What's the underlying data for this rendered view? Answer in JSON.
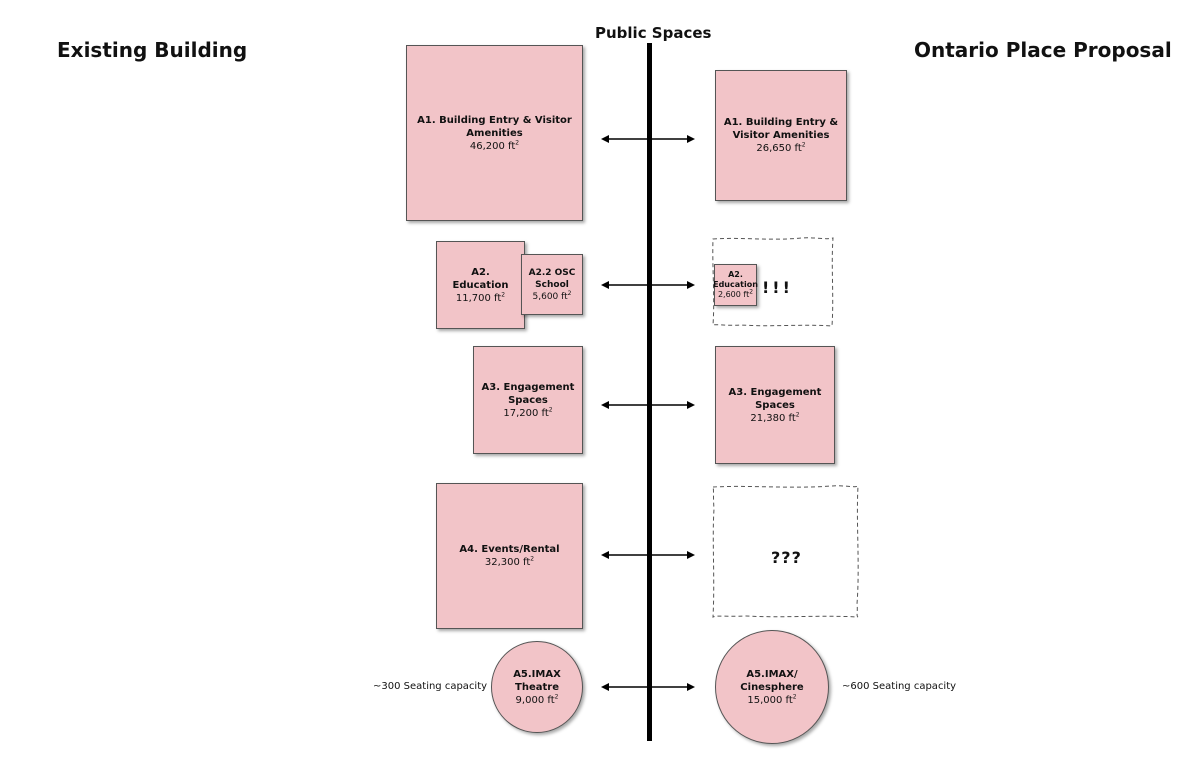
{
  "headings": {
    "left": "Existing Building",
    "center": "Public Spaces",
    "right": "Ontario Place Proposal"
  },
  "existing": {
    "a1": {
      "label": "A1. Building Entry & Visitor Amenities",
      "area": "46,200 ft"
    },
    "a2": {
      "label": "A2. Education",
      "area": "11,700 ft"
    },
    "a22": {
      "label": "A2.2 OSC School",
      "area": "5,600 ft"
    },
    "a3": {
      "label": "A3. Engagement Spaces",
      "area": "17,200 ft"
    },
    "a4": {
      "label": "A4. Events/Rental",
      "area": "32,300 ft"
    },
    "a5": {
      "label": "A5.IMAX Theatre",
      "area": "9,000 ft",
      "capacity": "~300 Seating capacity"
    }
  },
  "proposal": {
    "a1": {
      "label": "A1. Building Entry & Visitor Amenities",
      "area": "26,650 ft"
    },
    "a2": {
      "label": "A2. Education",
      "area": "2,600 ft",
      "mark": "!!!"
    },
    "a3": {
      "label": "A3. Engagement Spaces",
      "area": "21,380 ft"
    },
    "a4": {
      "mark": "???"
    },
    "a5": {
      "label": "A5.IMAX/ Cinesphere",
      "area": "15,000 ft",
      "capacity": "~600 Seating capacity"
    }
  },
  "unit_superscript": "2",
  "colors": {
    "box_fill": "#f2c4c8",
    "box_border": "#555555",
    "line": "#000000"
  }
}
